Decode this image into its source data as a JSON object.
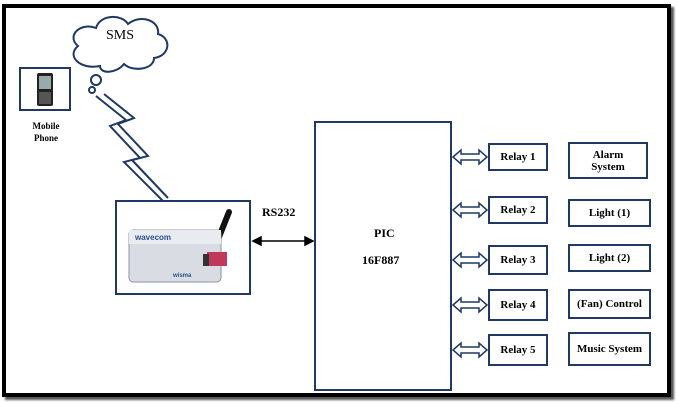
{
  "cloud_label": "SMS",
  "phone": {
    "label_line1": "Mobile",
    "label_line2": "Phone"
  },
  "modem": {
    "brand_text": "wavecom",
    "logo_text": "wisma"
  },
  "link_label": "RS232",
  "pic": {
    "line1": "PIC",
    "line2": "16F887"
  },
  "relays": [
    "Relay 1",
    "Relay 2",
    "Relay 3",
    "Relay 4",
    "Relay 5"
  ],
  "devices": [
    "Alarm System",
    "Light (1)",
    "Light (2)",
    "(Fan) Control",
    "Music System"
  ],
  "colors": {
    "box_border": "#1f3864",
    "frame": "#000000"
  }
}
